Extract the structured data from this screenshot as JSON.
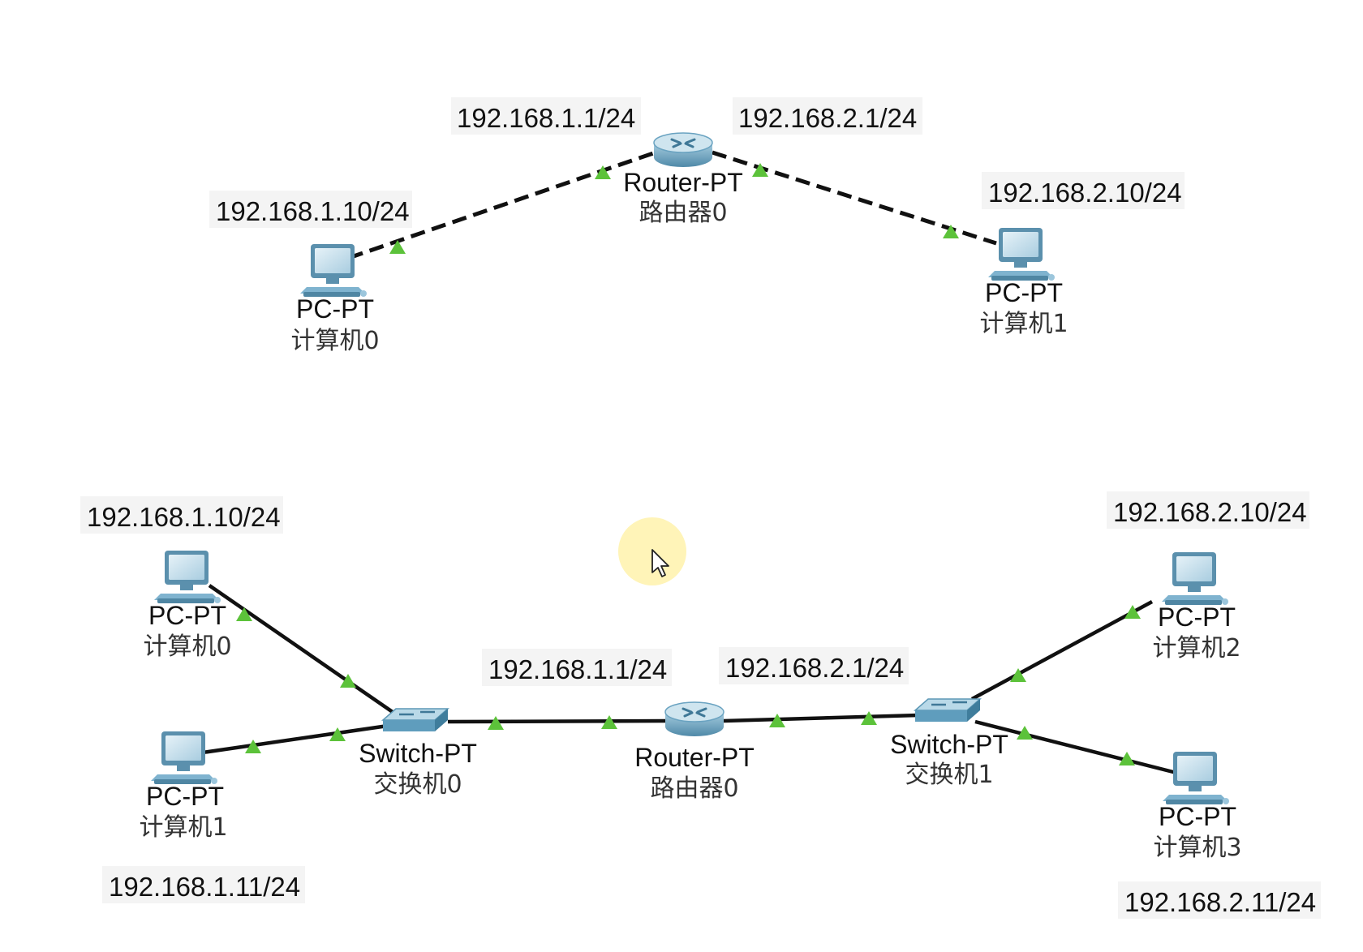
{
  "diagrams": [
    {
      "id": "top",
      "devices": [
        {
          "id": "pc0",
          "kind": "pc",
          "type_label": "PC-PT",
          "name": "计算机0",
          "ip": "192.168.1.10/24"
        },
        {
          "id": "r0",
          "kind": "router",
          "type_label": "Router-PT",
          "name": "路由器0"
        },
        {
          "id": "pc1",
          "kind": "pc",
          "type_label": "PC-PT",
          "name": "计算机1",
          "ip": "192.168.2.10/24"
        }
      ],
      "router_interfaces": [
        "192.168.1.1/24",
        "192.168.2.1/24"
      ],
      "links": [
        {
          "from": "pc0",
          "to": "r0",
          "style": "crossover-dashed"
        },
        {
          "from": "r0",
          "to": "pc1",
          "style": "crossover-dashed"
        }
      ]
    },
    {
      "id": "bottom",
      "devices": [
        {
          "id": "pc0",
          "kind": "pc",
          "type_label": "PC-PT",
          "name": "计算机0",
          "ip": "192.168.1.10/24"
        },
        {
          "id": "pc1",
          "kind": "pc",
          "type_label": "PC-PT",
          "name": "计算机1",
          "ip": "192.168.1.11/24"
        },
        {
          "id": "sw0",
          "kind": "switch",
          "type_label": "Switch-PT",
          "name": "交换机0"
        },
        {
          "id": "r0",
          "kind": "router",
          "type_label": "Router-PT",
          "name": "路由器0"
        },
        {
          "id": "sw1",
          "kind": "switch",
          "type_label": "Switch-PT",
          "name": "交换机1"
        },
        {
          "id": "pc2",
          "kind": "pc",
          "type_label": "PC-PT",
          "name": "计算机2",
          "ip": "192.168.2.10/24"
        },
        {
          "id": "pc3",
          "kind": "pc",
          "type_label": "PC-PT",
          "name": "计算机3",
          "ip": "192.168.2.11/24"
        }
      ],
      "router_interfaces": [
        "192.168.1.1/24",
        "192.168.2.1/24"
      ],
      "links": [
        {
          "from": "pc0",
          "to": "sw0",
          "style": "straight-solid"
        },
        {
          "from": "pc1",
          "to": "sw0",
          "style": "straight-solid"
        },
        {
          "from": "sw0",
          "to": "r0",
          "style": "straight-solid"
        },
        {
          "from": "r0",
          "to": "sw1",
          "style": "straight-solid"
        },
        {
          "from": "sw1",
          "to": "pc2",
          "style": "straight-solid"
        },
        {
          "from": "sw1",
          "to": "pc3",
          "style": "straight-solid"
        }
      ]
    }
  ],
  "colors": {
    "link": "#111111",
    "port_up": "#5cc23a",
    "label_bg": "#f4f4f4",
    "pointer_highlight": "#fff3b0",
    "device_blue": "#6aa9c9"
  },
  "icons": {
    "pc": "pc-icon",
    "router": "router-icon",
    "switch": "switch-icon",
    "pointer": "mouse-pointer-icon"
  }
}
